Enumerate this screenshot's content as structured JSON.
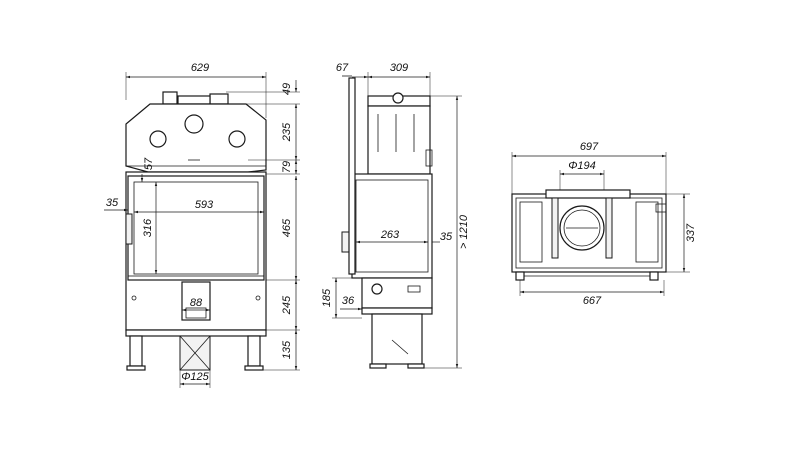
{
  "front_view": {
    "width": "629",
    "top_offset": "49",
    "top_height": "235",
    "frame_offset": "57",
    "upper_gap": "79",
    "side_margin": "35",
    "opening_width": "593",
    "opening_height": "316",
    "glass_height": "465",
    "ash_width": "88",
    "lower_height": "245",
    "leg_height": "135",
    "outlet_diameter": "Φ125"
  },
  "side_view": {
    "offset": "67",
    "depth": "309",
    "overall_height": "> 1210",
    "opening_depth": "263",
    "side_margin": "35",
    "inlet_height": "185",
    "inlet_width": "36"
  },
  "top_view": {
    "overall_width": "697",
    "outlet_diameter": "Φ194",
    "depth": "337",
    "base_width": "667"
  }
}
